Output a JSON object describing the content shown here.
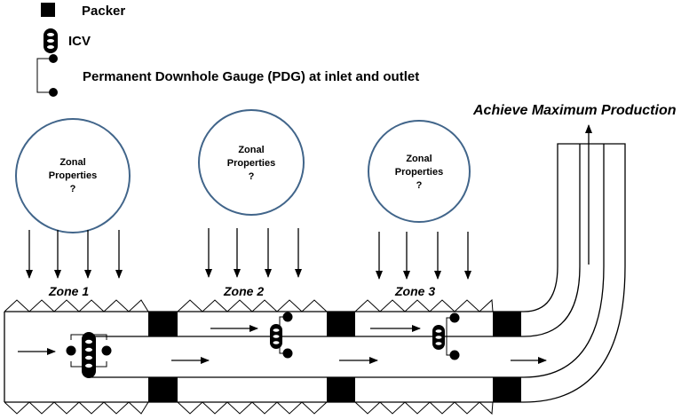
{
  "legend": {
    "packer": "Packer",
    "icv": "ICV",
    "pdg": "Permanent Downhole Gauge (PDG) at inlet and outlet"
  },
  "title": "Achieve Maximum Production",
  "zones": [
    {
      "label": "Zone 1",
      "properties": [
        "Zonal",
        "Properties",
        "?"
      ]
    },
    {
      "label": "Zone 2",
      "properties": [
        "Zonal",
        "Properties",
        "?"
      ]
    },
    {
      "label": "Zone 3",
      "properties": [
        "Zonal",
        "Properties",
        "?"
      ]
    }
  ],
  "colors": {
    "circle_stroke": "#41658a",
    "line": "#000000",
    "packer": "#000000"
  }
}
